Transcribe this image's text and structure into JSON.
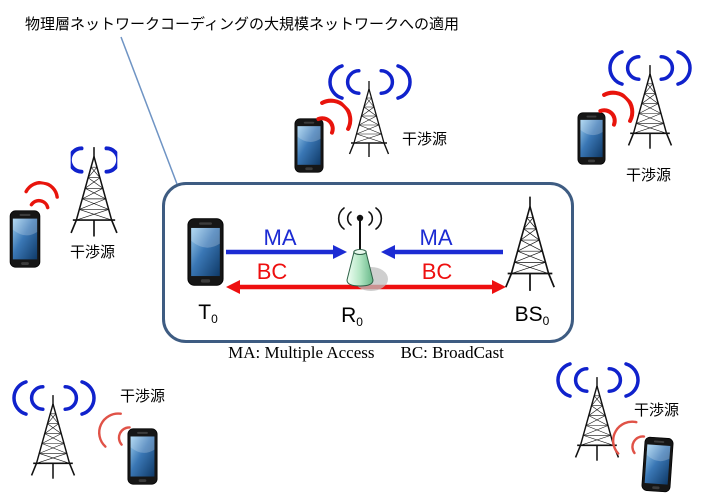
{
  "title": "物理層ネットワークコーディングの大規模ネットワークへの適用",
  "diagram_box": {
    "ma_label": "MA",
    "bc_label": "BC",
    "nodes": {
      "terminal": {
        "base": "T",
        "sub": "0"
      },
      "relay": {
        "base": "R",
        "sub": "0"
      },
      "base_station": {
        "base": "BS",
        "sub": "0"
      }
    }
  },
  "caption": {
    "ma": "MA: Multiple Access",
    "bc": "BC: BroadCast"
  },
  "interference": {
    "groups": [
      {
        "position": "left",
        "label": "干渉源"
      },
      {
        "position": "top-center",
        "label": "干渉源"
      },
      {
        "position": "top-right",
        "label": "干渉源"
      },
      {
        "position": "bottom-left",
        "label": "干渉源"
      },
      {
        "position": "bottom-right",
        "label": "干渉源"
      }
    ]
  },
  "colors": {
    "blue_arrow": "#1c2bd3",
    "red_arrow": "#ee0f0f",
    "wave_blue": "#1022cc",
    "wave_red": "#e8140c",
    "wave_red_light": "#e05247",
    "box_border": "#3e5c82",
    "callout_line": "#6f94c4"
  }
}
